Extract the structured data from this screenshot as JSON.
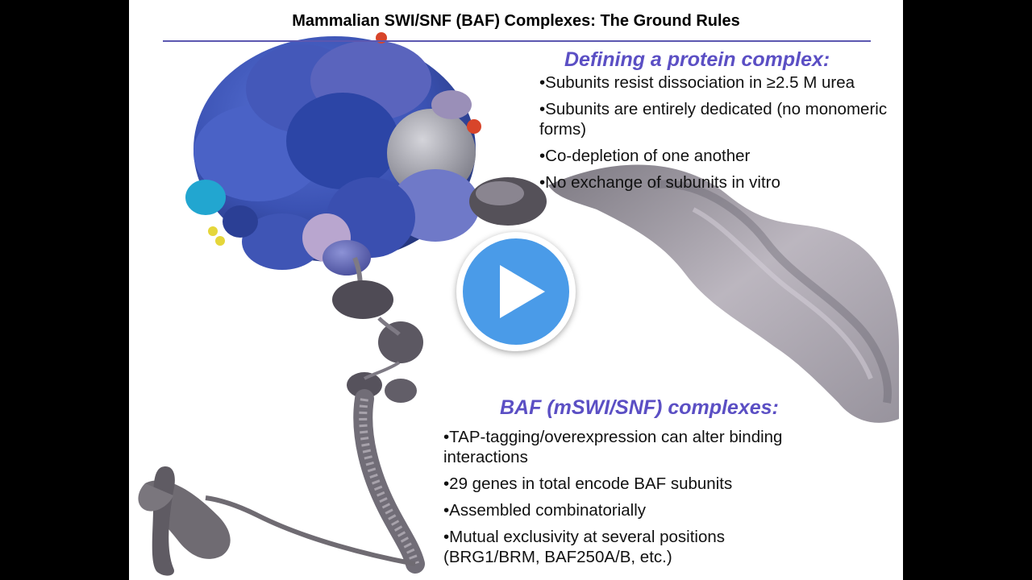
{
  "slide": {
    "title": "Mammalian SWI/SNF (BAF) Complexes: The Ground Rules"
  },
  "section1": {
    "heading": "Defining a protein complex:",
    "bullets": [
      "•Subunits resist dissociation in ≥2.5 M urea",
      "•Subunits are entirely dedicated (no monomeric forms)",
      "•Co-depletion of one another",
      "•No exchange of subunits in vitro"
    ]
  },
  "section2": {
    "heading": "BAF (mSWI/SNF) complexes:",
    "bullets": [
      "•TAP-tagging/overexpression can alter binding interactions",
      "•29 genes in total encode BAF subunits",
      "•Assembled combinatorially",
      "•Mutual exclusivity at several positions (BRG1/BRM, BAF250A/B, etc.)"
    ]
  },
  "illustration": {
    "icon": "protein-complex-chromatin-illustration",
    "colors": {
      "complex_blue": "#3f57b8",
      "complex_light": "#6d76c2",
      "subunit_gray": "#a8a8b0",
      "subunit_cyan": "#1fa9d0",
      "subunit_red": "#d8452a",
      "chromatin_gray": "#8a8690",
      "chromosome_gray": "#6f6b72"
    }
  },
  "player": {
    "icon": "play-icon",
    "accent": "#4a9be8"
  }
}
